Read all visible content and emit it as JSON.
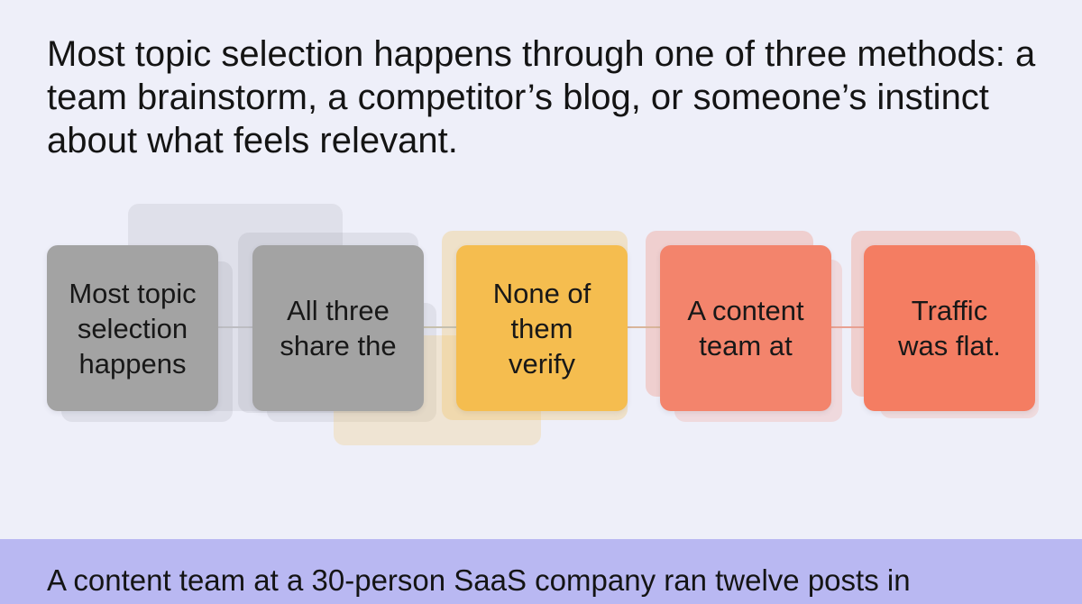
{
  "heading": "Most topic selection happens through one of three methods: a team brainstorm, a competitor’s blog, or someone’s instinct about what feels relevant.",
  "diagram": {
    "steps": [
      {
        "label": "Most topic\nselection\nhappens",
        "color": "#a3a3a3"
      },
      {
        "label": "All three\nshare the",
        "color": "#a3a3a3"
      },
      {
        "label": "None of\nthem\nverify",
        "color": "#f5bd4f"
      },
      {
        "label": "A content\nteam at",
        "color": "#f3846c"
      },
      {
        "label": "Traffic\nwas flat.",
        "color": "#f47d62"
      }
    ]
  },
  "footer": {
    "text": "A content team at a 30-person SaaS company ran twelve posts in"
  }
}
